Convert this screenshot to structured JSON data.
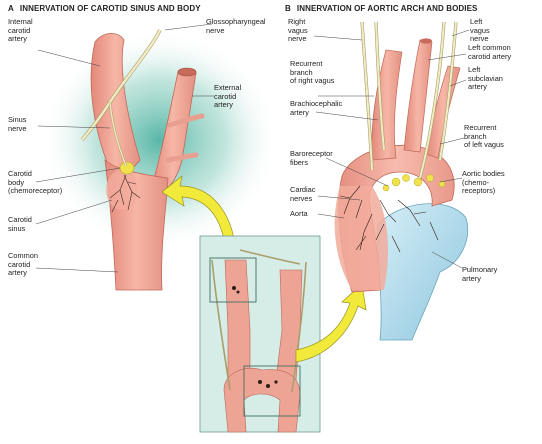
{
  "panels": {
    "a": {
      "letter": "A",
      "title": "INNERVATION OF CAROTID SINUS AND BODY",
      "labels": {
        "internal_carotid": "Internal\ncarotid\nartery",
        "glossopharyngeal": "Glossopharyngeal\nnerve",
        "external_carotid": "External\ncarotid\nartery",
        "sinus_nerve": "Sinus\nnerve",
        "carotid_body": "Carotid\nbody\n(chemoreceptor)",
        "carotid_sinus": "Carotid\nsinus",
        "common_carotid": "Common\ncarotid\nartery"
      }
    },
    "b": {
      "letter": "B",
      "title": "INNERVATION OF AORTIC ARCH AND BODIES",
      "labels": {
        "right_vagus": "Right\nvagus\nnerve",
        "left_vagus": "Left\nvagus\nnerve",
        "left_common_carotid": "Left common\ncarotid artery",
        "recurrent_right": "Recurrent\nbranch\nof right vagus",
        "left_subclavian": "Left\nsubclavian\nartery",
        "brachiocephalic": "Brachiocephalic\nartery",
        "recurrent_left": "Recurrent\nbranch\nof left vagus",
        "baroreceptor": "Baroreceptor\nfibers",
        "aortic_bodies": "Aortic bodies\n(chemo-\nreceptors)",
        "cardiac_nerves": "Cardiac\nnerves",
        "aorta": "Aorta",
        "pulmonary": "Pulmonary\nartery"
      }
    }
  },
  "colors": {
    "artery": "#f2a99a",
    "artery_dark": "#d9786a",
    "halo": "#57b9a8",
    "nerve": "#f2ecc4",
    "nerve_edge": "#a99f6b",
    "arrow": "#f2ea3a",
    "pulmonary": "#bde0ee",
    "inset_bg": "#cfe8e0"
  }
}
